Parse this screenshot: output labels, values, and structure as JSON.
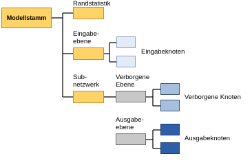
{
  "diagram": {
    "root_label": "Modellstamm",
    "randstatistik_label": "Randstatistik",
    "eingabeebene_label": "Eingabe-\nebene",
    "eingabeknoten_label": "Eingabeknoten",
    "subnetzwerk_label": "Sub-\nnetzwerk",
    "verborgene_ebene_label": "Verborgene\nEbene",
    "verborgene_knoten_label": "Verborgene Knoten",
    "ausgabeebene_label": "Ausgabe-\nebene",
    "ausgabeknoten_label": "Ausgabeknoten"
  },
  "colors": {
    "root_fill": "#ffd466",
    "level_fill": "#ffd466",
    "input_node_fill": "#e3ebf7",
    "layer_fill": "#c8c8c8",
    "hidden_node_fill": "#a7bfdc",
    "output_node_fill": "#2e5ea8",
    "connector": "#000000"
  }
}
